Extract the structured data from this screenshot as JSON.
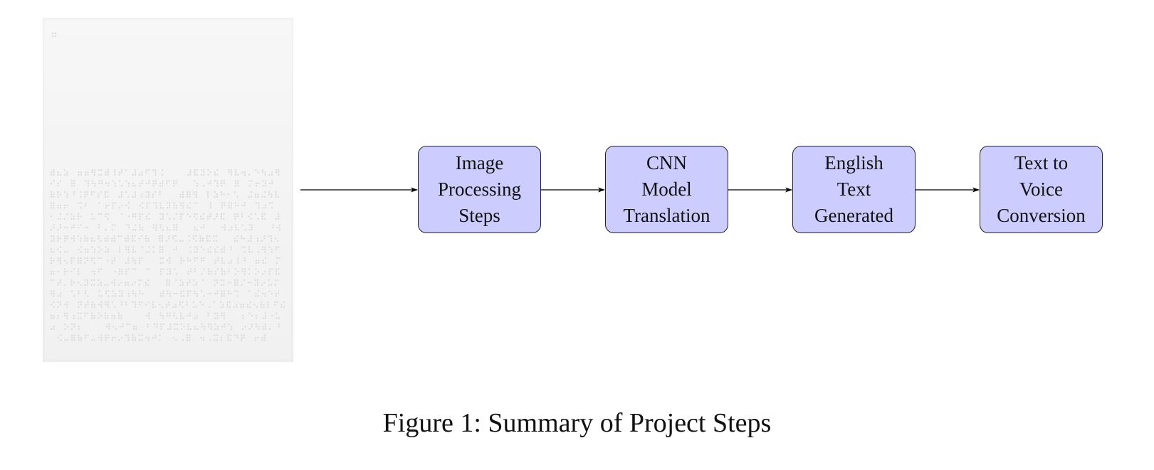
{
  "diagram": {
    "nodes": [
      {
        "id": "image-processing",
        "lines": [
          "Image",
          "Processing",
          "Steps"
        ]
      },
      {
        "id": "cnn-translation",
        "lines": [
          "CNN",
          "Model",
          "Translation"
        ]
      },
      {
        "id": "english-text",
        "lines": [
          "English",
          "Text",
          "Generated"
        ]
      },
      {
        "id": "text-to-voice",
        "lines": [
          "Text to",
          "Voice",
          "Conversion"
        ]
      }
    ],
    "edges": [
      {
        "from": "braille-image",
        "to": "image-processing"
      },
      {
        "from": "image-processing",
        "to": "cnn-translation"
      },
      {
        "from": "cnn-translation",
        "to": "english-text"
      },
      {
        "from": "english-text",
        "to": "text-to-voice"
      }
    ],
    "node_fill": "#ccccff",
    "edge_color": "#000000"
  },
  "figure": {
    "caption": "Figure 1: Summary of Project Steps"
  }
}
